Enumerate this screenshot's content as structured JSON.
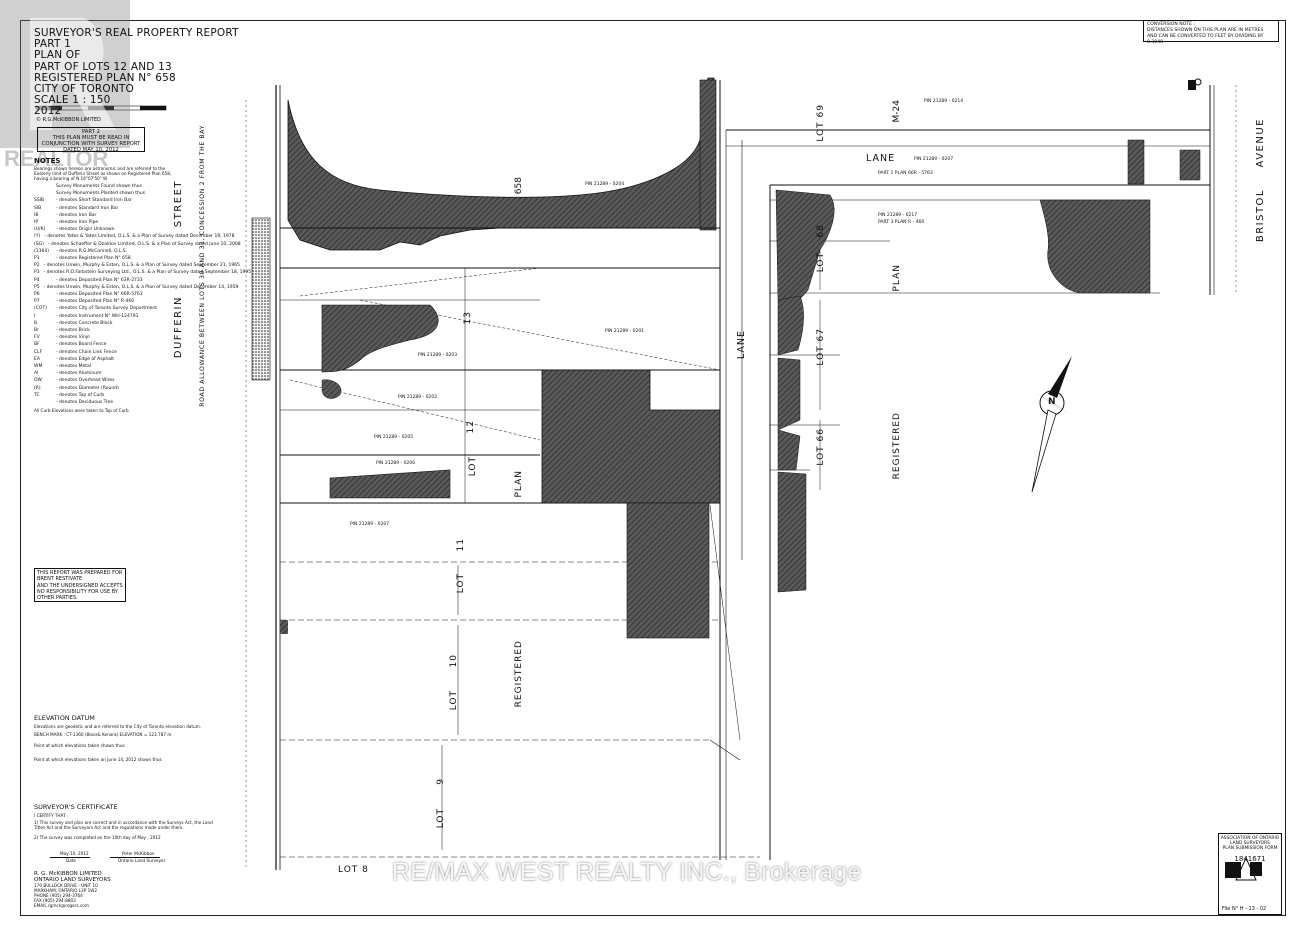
{
  "title_block": {
    "lines": [
      "SURVEYOR'S REAL PROPERTY REPORT",
      "PART 1",
      "PLAN OF",
      "PART OF LOTS 12 AND 13",
      "REGISTERED PLAN N° 658",
      "CITY OF TORONTO",
      "SCALE  1 : 150",
      "2012"
    ],
    "firm_small": "© R.G.McKIBBON LIMITED"
  },
  "part2_box": {
    "lines": [
      "PART 2",
      "THIS PLAN MUST BE READ IN",
      "CONJUNCTION WITH SURVEY REPORT",
      "DATED   MAY 10, 2012"
    ]
  },
  "conversion_note": {
    "lines": [
      "CONVERSION NOTE :",
      "DISTANCES SHOWN ON THIS PLAN ARE IN METRES",
      "AND CAN BE CONVERTED TO FEET BY DIVIDING BY 0.3048"
    ]
  },
  "notes": {
    "heading": "NOTES",
    "intro": "Bearings shown hereon are astronomic and are referred to the Easterly limit of Dufferin Street as shown on Registered Plan 658, having a bearing of N 16°07'50\" W",
    "items": [
      {
        "sym": "",
        "text": "Survey Monuments Found        shown thus"
      },
      {
        "sym": "",
        "text": "Survey Monuments Planted      shown thus"
      },
      {
        "sym": "SSIB",
        "text": "- denotes Short Standard Iron Bar"
      },
      {
        "sym": "SIB",
        "text": "- denotes Standard Iron Bar"
      },
      {
        "sym": "IB",
        "text": "- denotes Iron Bar"
      },
      {
        "sym": "IP",
        "text": "- denotes Iron Pipe"
      },
      {
        "sym": "(U/K)",
        "text": "- denotes Origin Unknown"
      },
      {
        "sym": "(Y)",
        "text": "- denotes Yates & Yates Limited, O.L.S. & a Plan of Survey dated December 19, 1978"
      },
      {
        "sym": "(SG)",
        "text": "- denotes Schaeffer & Dzaldov Limited, O.L.S. & a Plan of Survey dated June 10, 2008"
      },
      {
        "sym": "(1364)",
        "text": "- denotes R.G.McConnell, O.L.S."
      },
      {
        "sym": "P1",
        "text": "- denotes Registered Plan N° 658"
      },
      {
        "sym": "P2",
        "text": "- denotes Unwin, Murphy & Esten, O.L.S. & a Plan of Survey dated September 21, 1965"
      },
      {
        "sym": "P3",
        "text": "- denotes R.O.Farbstein Surveying Ltd., O.L.S. & a Plan of Survey dated September 18, 1995"
      },
      {
        "sym": "P4",
        "text": "- denotes Deposited Plan N° 63R-2733"
      },
      {
        "sym": "P5",
        "text": "- denotes Unwin, Murphy & Esten, O.L.S. & a Plan of Survey dated December 14, 1959"
      },
      {
        "sym": "P6",
        "text": "- denotes Deposited Plan N° 66R-5763"
      },
      {
        "sym": "P7",
        "text": "- denotes Deposited Plan N° R-460"
      },
      {
        "sym": "(COT)",
        "text": "- denotes City of Toronto Survey Department"
      },
      {
        "sym": "I",
        "text": "- denotes Instrument N° WH-124791"
      },
      {
        "sym": "B",
        "text": "- denotes Concrete Block"
      },
      {
        "sym": "Br",
        "text": "- denotes Brick"
      },
      {
        "sym": "FV",
        "text": "- denotes Vinyl"
      },
      {
        "sym": "BF",
        "text": "- denotes Board Fence"
      },
      {
        "sym": "CLF",
        "text": "- denotes Chain Link Fence"
      },
      {
        "sym": "EA",
        "text": "- denotes Edge of Asphalt"
      },
      {
        "sym": "WM",
        "text": "- denotes Metal"
      },
      {
        "sym": "Al",
        "text": "- denotes Aluminum"
      },
      {
        "sym": "OW",
        "text": "- denotes Overhead Wires"
      },
      {
        "sym": "(R)",
        "text": "- denotes Diameter (Round)"
      },
      {
        "sym": "TC",
        "text": "- denotes Top of Curb"
      },
      {
        "sym": "",
        "text": "- denotes Deciduous Tree"
      }
    ],
    "footer": "All Curb Elevations were taken to Top of Curb"
  },
  "disclaimer_box": {
    "lines": [
      "THIS REPORT WAS PREPARED FOR",
      "BRENT RESTIVATE",
      "AND THE UNDERSIGNED ACCEPTS",
      "NO RESPONSIBILITY FOR USE BY",
      "OTHER PARTIES."
    ]
  },
  "elevation": {
    "heading": "ELEVATION DATUM",
    "text": "Elevations are geodetic and are referred to the City of Toronto elevation datum.",
    "benchmark": "BENCH MARK : CT-1360 (Bloor& Kenora)        ELEVATION = 123.787 m",
    "point1": "Point at which elevations taken shown thus",
    "point2": "Point at which elevations taken on June 14, 2012 shown thus"
  },
  "certificate": {
    "heading": "SURVEYOR'S CERTIFICATE",
    "intro": "I CERTIFY THAT :",
    "item1": "1)   This survey and plan are correct and in accordance with the Surveys Act, the Land Titles Act and the Surveyors Act and the regulations made under them.",
    "item2": "2)   The survey was completed on the  10th  day of  May  , 2012",
    "date": "May 10, 2012",
    "date_label": "Date",
    "signer": "Peter McKibbon",
    "signer_role": "Ontario Land Surveyor"
  },
  "firm": {
    "lines": [
      "R. G. McKIBBON LIMITED",
      "ONTARIO LAND SURVEYORS",
      "170 BULLOCK DRIVE - UNIT 10",
      "MARKHAM, ONTARIO  L3P 1W2",
      "PHONE (905) 294-3764",
      "FAX  (905) 294-8803",
      "EMAIL rgmck@rogers.com"
    ]
  },
  "ontario_box": {
    "lines": [
      "ASSOCIATION OF ONTARIO",
      "LAND SURVEYORS",
      "PLAN SUBMISSION FORM"
    ],
    "number": "1841671",
    "footer": "File N°  H - 13 - 02"
  },
  "map_labels": {
    "dufferin_1": "DUFFERIN",
    "dufferin_2": "STREET",
    "road_allowance": "ROAD ALLOWANCE BETWEEN LOTS 30 AND 31, CONCESSION 2 FROM THE BAY",
    "bristol_1": "BRISTOL",
    "bristol_2": "AVENUE",
    "lane_top": "LANE",
    "lane_mid": "LANE",
    "m24": "M-24",
    "plan": "PLAN",
    "registered_right": "REGISTERED",
    "registered_bottom": "REGISTERED",
    "plan_mid": "PLAN",
    "plan_658": "658",
    "lot_69": "LOT    69",
    "lot_68": "68",
    "lot_label_68": "LOT",
    "lot_67": "LOT    67",
    "lot_66": "LOT    66",
    "lot_13": "13",
    "lot_12": "12",
    "lot_label_12": "LOT",
    "lot_11": "11",
    "lot_label_10": "LOT",
    "lot_10": "10",
    "lot_label_9": "LOT",
    "lot_9": "9",
    "lot_label_8": "LOT",
    "lot_8_bottom": "LOT     8",
    "pin_top": "PIN  21289 - 0204",
    "pin_a": "PIN  21289 - 0203",
    "pin_b": "PIN  21289 - 0202",
    "pin_c": "PIN  21289 - 0201",
    "pin_d": "PIN  21289 - 0205",
    "pin_e": "PIN  21289 - 0206",
    "pin_f": "PIN  21289 - 0207",
    "pin_lane1": "PIN  21289 - 0214",
    "pin_lane2": "PIN  21289 - 0207",
    "pin_lane3": "PIN  21289 - 0217",
    "part1_lane": "PART 1   PLAN   66R - 5763",
    "part_lane2": "PART 3   PLAN   R - 460",
    "north": "N"
  },
  "watermark": "RE/MAX WEST REALTY INC., Brokerage",
  "logo_text": "REALTOR"
}
